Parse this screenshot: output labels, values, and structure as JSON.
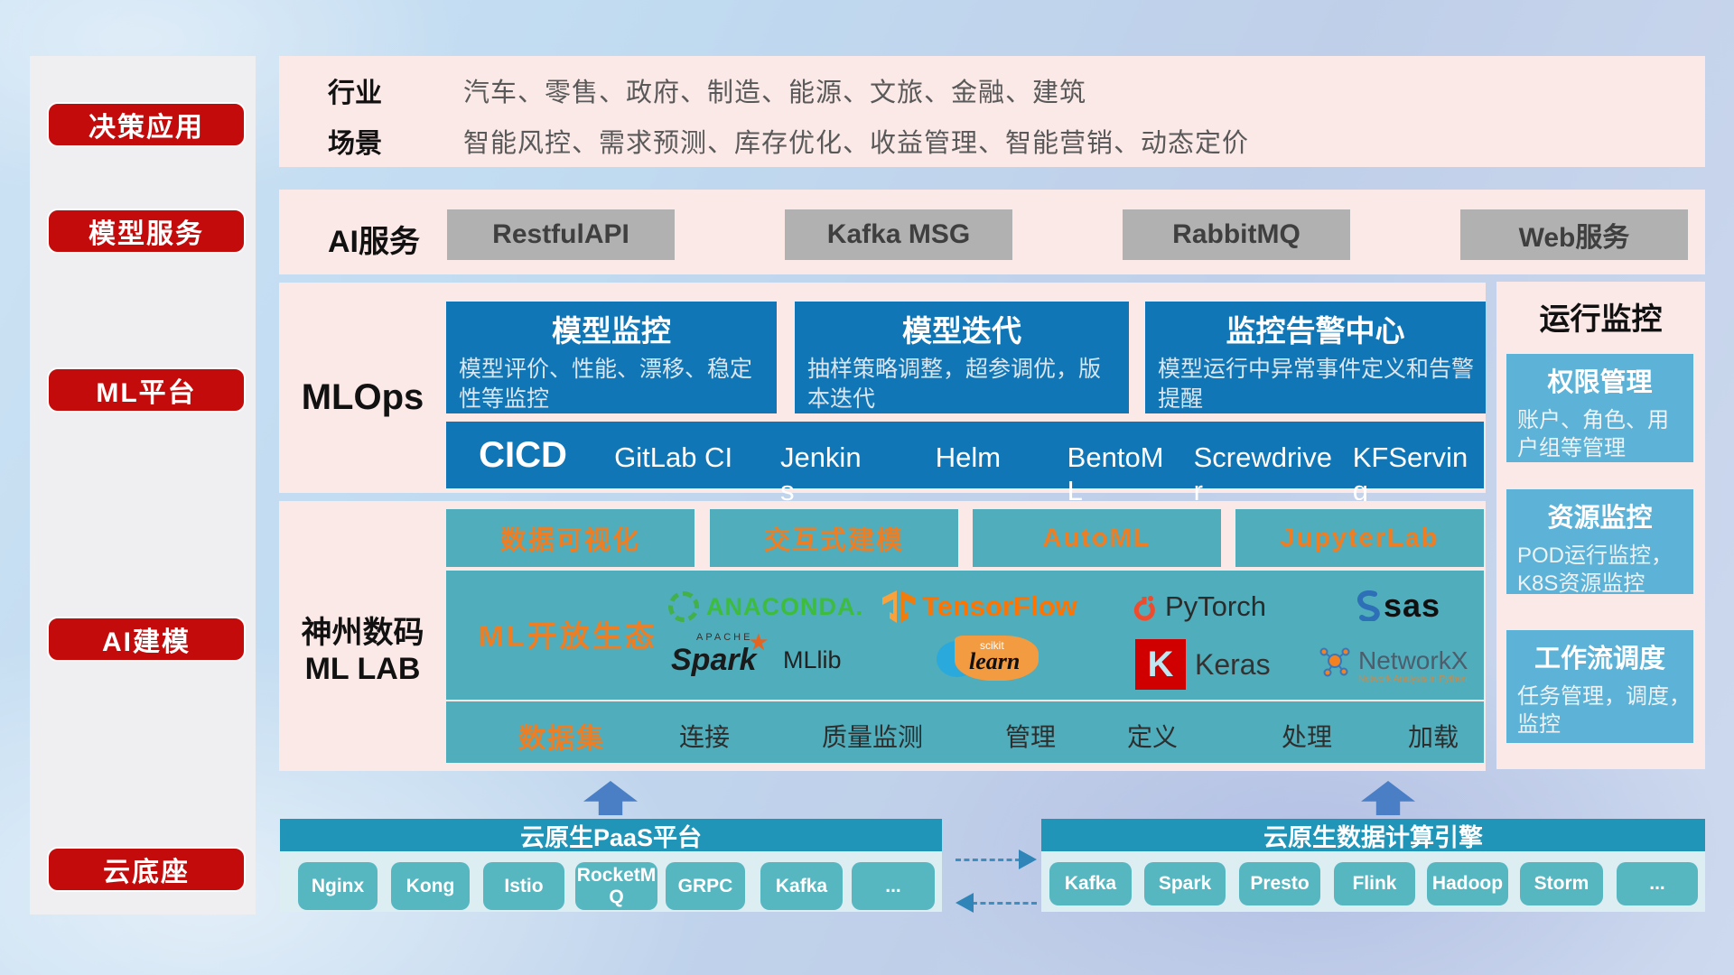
{
  "sidebar": {
    "items": [
      "决策应用",
      "模型服务",
      "ML平台",
      "AI建模",
      "云底座"
    ]
  },
  "industry": {
    "label": "行业",
    "value": "汽车、零售、政府、制造、能源、文旅、金融、建筑"
  },
  "scene": {
    "label": "场景",
    "value": "智能风控、需求预测、库存优化、收益管理、智能营销、动态定价"
  },
  "ai_service": {
    "label": "AI服务",
    "buttons": [
      "RestfulAPI",
      "Kafka MSG",
      "RabbitMQ",
      "Web服务"
    ]
  },
  "mlops": {
    "label": "MLOps",
    "cards": [
      {
        "title": "模型监控",
        "desc": "模型评价、性能、漂移、稳定性等监控"
      },
      {
        "title": "模型迭代",
        "desc": "抽样策略调整，超参调优，版本迭代"
      },
      {
        "title": "监控告警中心",
        "desc": "模型运行中异常事件定义和告警提醒"
      }
    ],
    "cicd": {
      "label": "CICD",
      "items": [
        {
          "line1": "GitLab CI",
          "line2": ""
        },
        {
          "line1": "Jenkin",
          "line2": "s"
        },
        {
          "line1": "Helm",
          "line2": ""
        },
        {
          "line1": "BentoM",
          "line2": "L"
        },
        {
          "line1": "Screwdrive",
          "line2": "r"
        },
        {
          "line1": "KFServin",
          "line2": "g"
        }
      ]
    }
  },
  "mllab": {
    "label_line1": "神州数码",
    "label_line2": "ML LAB",
    "tools": [
      "数据可视化",
      "交互式建模",
      "AutoML",
      "JupyterLab"
    ],
    "eco_label": "ML开放生态",
    "logos": {
      "anaconda": "ANACONDA.",
      "tensorflow": "TensorFlow",
      "pytorch": "PyTorch",
      "sas": "sas",
      "spark_apache": "APACHE",
      "spark": "Spark",
      "mllib": "MLlib",
      "scikit_top": "scikit",
      "scikit_script": "learn",
      "keras_k": "K",
      "keras": "Keras",
      "networkx": "NetworkX",
      "networkx_sub": "Network Analysis in Python"
    },
    "dataset": {
      "label": "数据集",
      "items": [
        "连接",
        "质量监测",
        "管理",
        "定义",
        "处理",
        "加载"
      ]
    }
  },
  "monitor": {
    "title": "运行监控",
    "cards": [
      {
        "title": "权限管理",
        "desc": "账户、角色、用户组等管理"
      },
      {
        "title": "资源监控",
        "desc": "POD运行监控，K8S资源监控"
      },
      {
        "title": "工作流调度",
        "desc": "任务管理，调度，监控"
      }
    ]
  },
  "bottom": {
    "left": {
      "title": "云原生PaaS平台",
      "items": [
        "Nginx",
        "Kong",
        "Istio",
        "RocketMQ",
        "GRPC",
        "Kafka",
        "..."
      ]
    },
    "right": {
      "title": "云原生数据计算引擎",
      "items": [
        "Kafka",
        "Spark",
        "Presto",
        "Flink",
        "Hadoop",
        "Storm",
        "..."
      ]
    }
  },
  "colors": {
    "red": "#c30b0b",
    "pink": "#fbe9e7",
    "blue_card": "#1176b5",
    "teal": "#4fadbc",
    "teal_light": "#57b7c1",
    "bar_header": "#2095b8",
    "right_card": "#5cb3d7",
    "orange": "#ee7e23",
    "gray_btn": "#b1b1b1",
    "sidebar_bg": "#efeff1"
  }
}
